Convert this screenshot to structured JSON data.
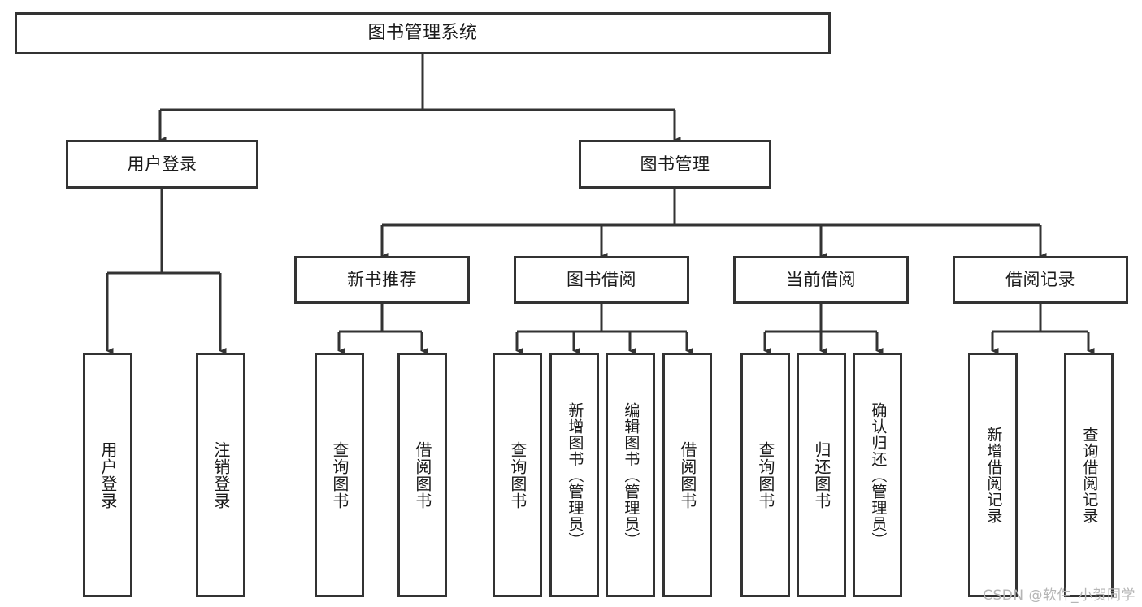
{
  "diagram": {
    "title": "图书管理系统",
    "type": "tree-hierarchy-chart",
    "line_color": "#333333",
    "box_fill": "#ffffff",
    "text_color": "#1a1a1a",
    "nodes": {
      "root": {
        "label": "图书管理系统"
      },
      "level2": [
        {
          "id": "user-login",
          "label": "用户登录"
        },
        {
          "id": "book-manage",
          "label": "图书管理"
        }
      ],
      "level3": [
        {
          "id": "new-book-rec",
          "label": "新书推荐"
        },
        {
          "id": "book-borrow",
          "label": "图书借阅"
        },
        {
          "id": "current-borrow",
          "label": "当前借阅"
        },
        {
          "id": "borrow-record",
          "label": "借阅记录"
        }
      ],
      "leaves": {
        "user_login": [
          {
            "id": "leaf-user-login",
            "label": "用户登录"
          },
          {
            "id": "leaf-logout",
            "label": "注销登录"
          }
        ],
        "new_book_rec": [
          {
            "id": "leaf-query-book-1",
            "label": "查询图书"
          },
          {
            "id": "leaf-borrow-book-1",
            "label": "借阅图书"
          }
        ],
        "book_borrow": [
          {
            "id": "leaf-query-book-2",
            "label": "查询图书"
          },
          {
            "id": "leaf-add-book",
            "label": "新增图书（管理员）"
          },
          {
            "id": "leaf-edit-book",
            "label": "编辑图书（管理员）"
          },
          {
            "id": "leaf-borrow-book-2",
            "label": "借阅图书"
          }
        ],
        "current_borrow": [
          {
            "id": "leaf-query-book-3",
            "label": "查询图书"
          },
          {
            "id": "leaf-return-book",
            "label": "归还图书"
          },
          {
            "id": "leaf-confirm-return",
            "label": "确认归还（管理员）"
          }
        ],
        "borrow_record": [
          {
            "id": "leaf-add-record",
            "label": "新增借阅记录"
          },
          {
            "id": "leaf-query-record",
            "label": "查询借阅记录"
          }
        ]
      }
    }
  },
  "watermark": {
    "text": "CSDN @软件_小贺同学"
  }
}
